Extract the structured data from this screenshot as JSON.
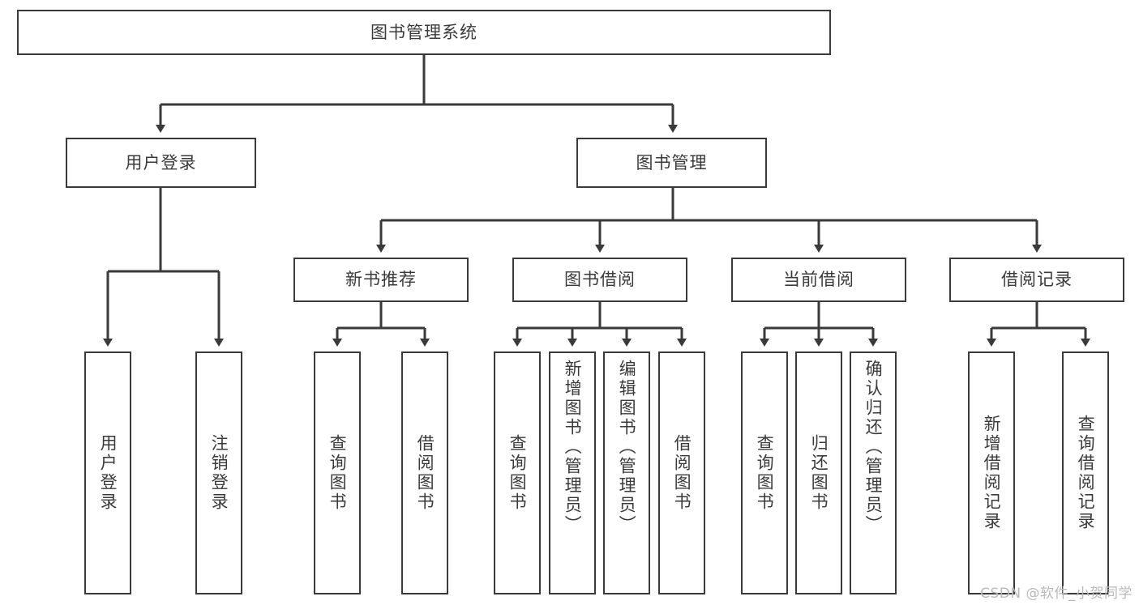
{
  "diagram": {
    "title": "图书管理系统",
    "type": "tree-hierarchy-diagram",
    "root": {
      "id": "root",
      "label": "图书管理系统"
    },
    "level2": [
      {
        "id": "user-login",
        "label": "用户登录"
      },
      {
        "id": "book-management",
        "label": "图书管理"
      }
    ],
    "level3": [
      {
        "id": "new-book-recommend",
        "label": "新书推荐",
        "parent": "book-management"
      },
      {
        "id": "book-borrow",
        "label": "图书借阅",
        "parent": "book-management"
      },
      {
        "id": "current-borrow",
        "label": "当前借阅",
        "parent": "book-management"
      },
      {
        "id": "borrow-record",
        "label": "借阅记录",
        "parent": "book-management"
      }
    ],
    "leaves": [
      {
        "id": "leaf-user-login",
        "label": "用户登录",
        "parent": "user-login"
      },
      {
        "id": "leaf-logout-login",
        "label": "注销登录",
        "parent": "user-login"
      },
      {
        "id": "leaf-query-book-1",
        "label": "查询图书",
        "parent": "new-book-recommend"
      },
      {
        "id": "leaf-borrow-book-1",
        "label": "借阅图书",
        "parent": "new-book-recommend"
      },
      {
        "id": "leaf-query-book-2",
        "label": "查询图书",
        "parent": "book-borrow"
      },
      {
        "id": "leaf-add-book",
        "label": "新增图书（管理员）",
        "parent": "book-borrow"
      },
      {
        "id": "leaf-edit-book",
        "label": "编辑图书（管理员）",
        "parent": "book-borrow"
      },
      {
        "id": "leaf-borrow-book-2",
        "label": "借阅图书",
        "parent": "book-borrow"
      },
      {
        "id": "leaf-query-book-3",
        "label": "查询图书",
        "parent": "current-borrow"
      },
      {
        "id": "leaf-return-book",
        "label": "归还图书",
        "parent": "current-borrow"
      },
      {
        "id": "leaf-confirm-return",
        "label": "确认归还（管理员）",
        "parent": "current-borrow"
      },
      {
        "id": "leaf-add-record",
        "label": "新增借阅记录",
        "parent": "borrow-record"
      },
      {
        "id": "leaf-query-record",
        "label": "查询借阅记录",
        "parent": "borrow-record"
      }
    ],
    "colors": {
      "stroke": "#3a3a3a",
      "text": "#3a3a3a",
      "background": "#ffffff",
      "watermark": "#b9b9b9"
    }
  },
  "watermark": {
    "text": "CSDN @软件_小贺同学"
  }
}
